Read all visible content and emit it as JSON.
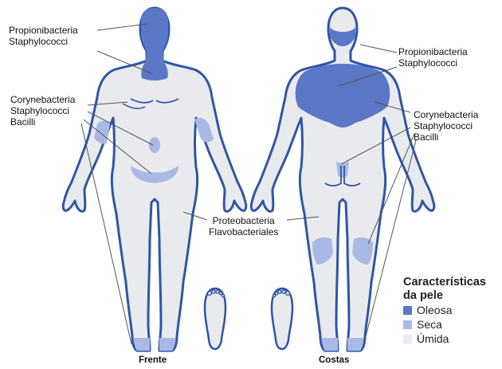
{
  "labels": {
    "front_head": [
      "Propionibacteria",
      "Staphylococci"
    ],
    "front_arm": [
      "Corynebacteria",
      "Staphylococci",
      "Bacilli"
    ],
    "back_neck": [
      "Propionibacteria",
      "Staphylococci"
    ],
    "back_arm": [
      "Corynebacteria",
      "Staphylococci",
      "Bacilli"
    ],
    "center": [
      "Proteobacteria",
      "Flavobacteriales"
    ]
  },
  "captions": {
    "front": "Frente",
    "back": "Costas"
  },
  "legend": {
    "title_line1": "Características",
    "title_line2": "da pele",
    "items": [
      {
        "label": "Oleosa",
        "color": "#5b78c6"
      },
      {
        "label": "Seca",
        "color": "#a9b9e6"
      },
      {
        "label": "Úmida",
        "color": "#e9e9ef"
      }
    ]
  },
  "colors": {
    "outline": "#2f55a6",
    "body": "#e9eaee",
    "oily": "#5b78c6",
    "dry": "#a9b9e6"
  }
}
